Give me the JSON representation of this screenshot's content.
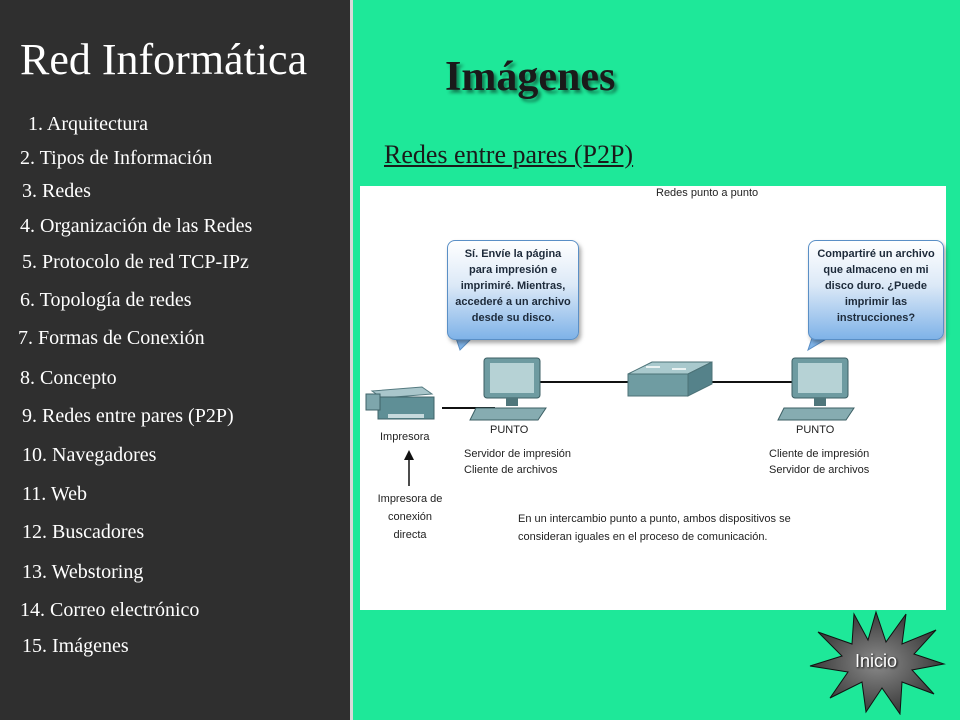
{
  "sidebar": {
    "title": "Red Informática",
    "items": [
      {
        "label": "1.  Arquitectura"
      },
      {
        "label": "2.  Tipos de Información"
      },
      {
        "label": "3.  Redes"
      },
      {
        "label": "4. Organización de las Redes"
      },
      {
        "label": "5. Protocolo de red TCP-IPz"
      },
      {
        "label": "6. Topología de redes"
      },
      {
        "label": "7. Formas de Conexión"
      },
      {
        "label": "8. Concepto"
      },
      {
        "label": "9. Redes entre pares (P2P)"
      },
      {
        "label": "10. Navegadores"
      },
      {
        "label": "11. Web"
      },
      {
        "label": "12. Buscadores"
      },
      {
        "label": "13. Webstoring"
      },
      {
        "label": "14. Correo electrónico"
      },
      {
        "label": "15. Imágenes"
      }
    ]
  },
  "main": {
    "heading": "Imágenes",
    "subheading": "Redes entre pares (P2P)"
  },
  "diagram": {
    "title": "Redes punto a punto",
    "bubble_left": [
      "Sí. Envíe la página",
      "para impresión e",
      "imprimiré. Mientras,",
      "accederé a un archivo",
      "desde su disco."
    ],
    "bubble_right": [
      "Compartiré un archivo",
      "que almaceno en mi",
      "disco duro. ¿Puede",
      "imprimir las",
      "instrucciones?"
    ],
    "printer_label": "Impresora",
    "peer_left_label": "PUNTO",
    "peer_right_label": "PUNTO",
    "peer_left_roles": [
      "Servidor de impresión",
      "Cliente de archivos"
    ],
    "peer_right_roles": [
      "Cliente de impresión",
      "Servidor de archivos"
    ],
    "printer_connection": [
      "Impresora de",
      "conexión",
      "directa"
    ],
    "caption": [
      "En un intercambio punto a punto, ambos dispositivos se",
      "consideran iguales en el proceso de comunicación."
    ]
  },
  "inicio_button": {
    "label": "Inicio"
  },
  "colors": {
    "background": "#1ee899",
    "sidebar": "#2f2f2f"
  }
}
